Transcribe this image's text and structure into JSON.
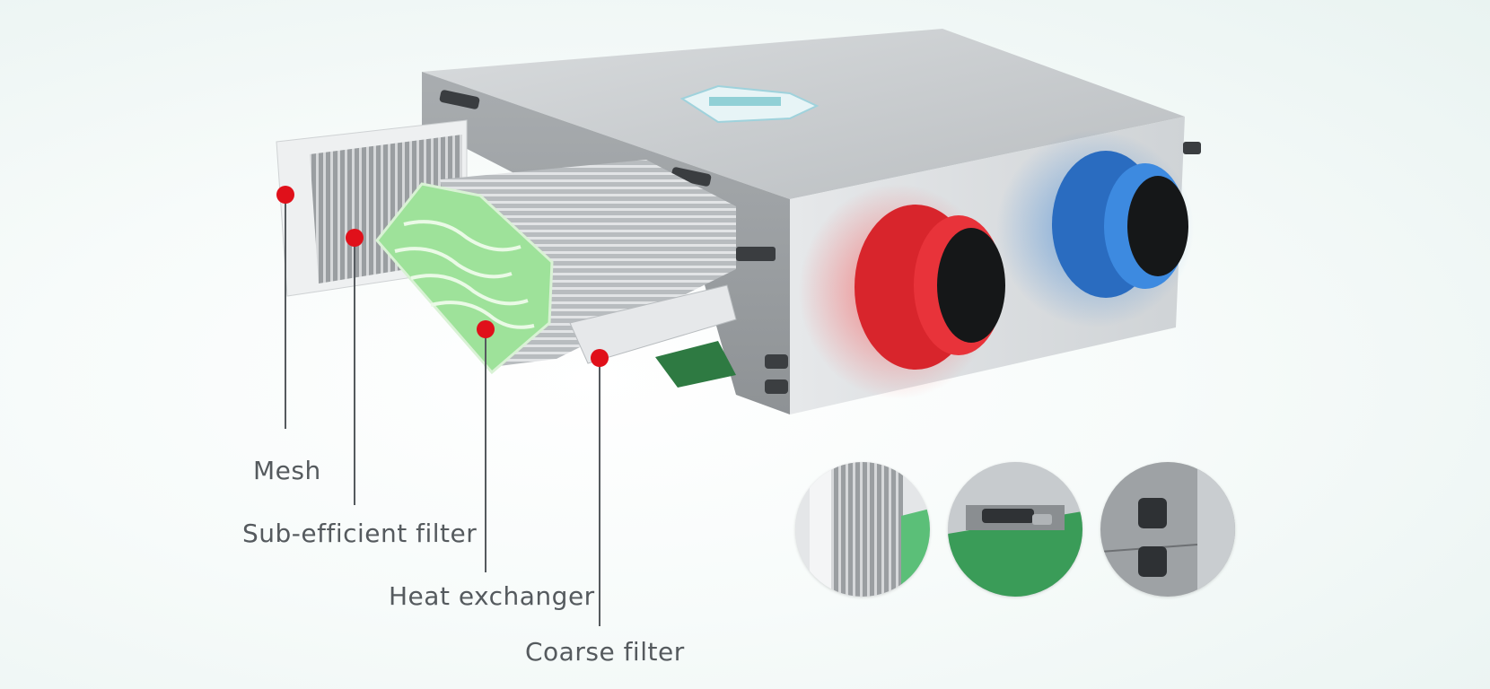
{
  "callouts": [
    {
      "id": "mesh",
      "text": "Mesh"
    },
    {
      "id": "sub-efficient-filter",
      "text": "Sub-efficient filter"
    },
    {
      "id": "heat-exchanger",
      "text": "Heat exchanger"
    },
    {
      "id": "coarse-filter",
      "text": "Coarse filter"
    }
  ],
  "colors": {
    "marker": "#e0101a",
    "leader": "#555a5e",
    "supply_duct": "#e8333a",
    "exhaust_duct": "#2f7fd6",
    "heat_exchanger": "#8fd98f",
    "casing": "#c9cdd0"
  },
  "icons": [
    "filter-closeup-icon",
    "latch-closeup-icon",
    "connector-closeup-icon"
  ]
}
